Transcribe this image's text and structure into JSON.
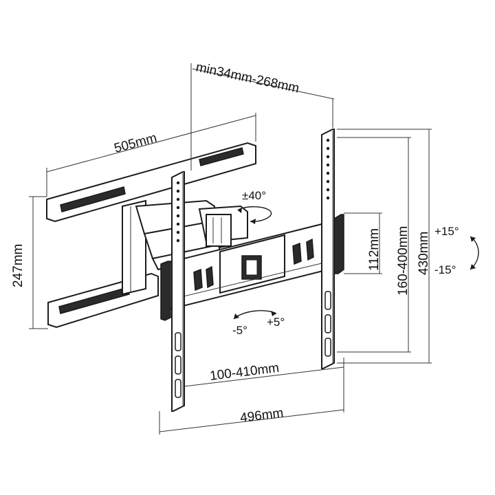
{
  "labels": {
    "arm_extension": "min34mm-268mm",
    "wall_plate_width": "505mm",
    "wall_plate_height": "247mm",
    "tilt_up": "+15°",
    "tilt_down": "-15°",
    "height_total": "430mm",
    "vesa_vertical": "160-400mm",
    "vesa_min_vertical": "112mm",
    "swivel": "±40°",
    "level_minus": "-5°",
    "level_plus": "+5°",
    "vesa_horizontal": "100-410mm",
    "width_total": "496mm"
  },
  "colors": {
    "stroke": "#1a1a1a",
    "dark_fill": "#2b2b2b",
    "background": "#ffffff"
  }
}
